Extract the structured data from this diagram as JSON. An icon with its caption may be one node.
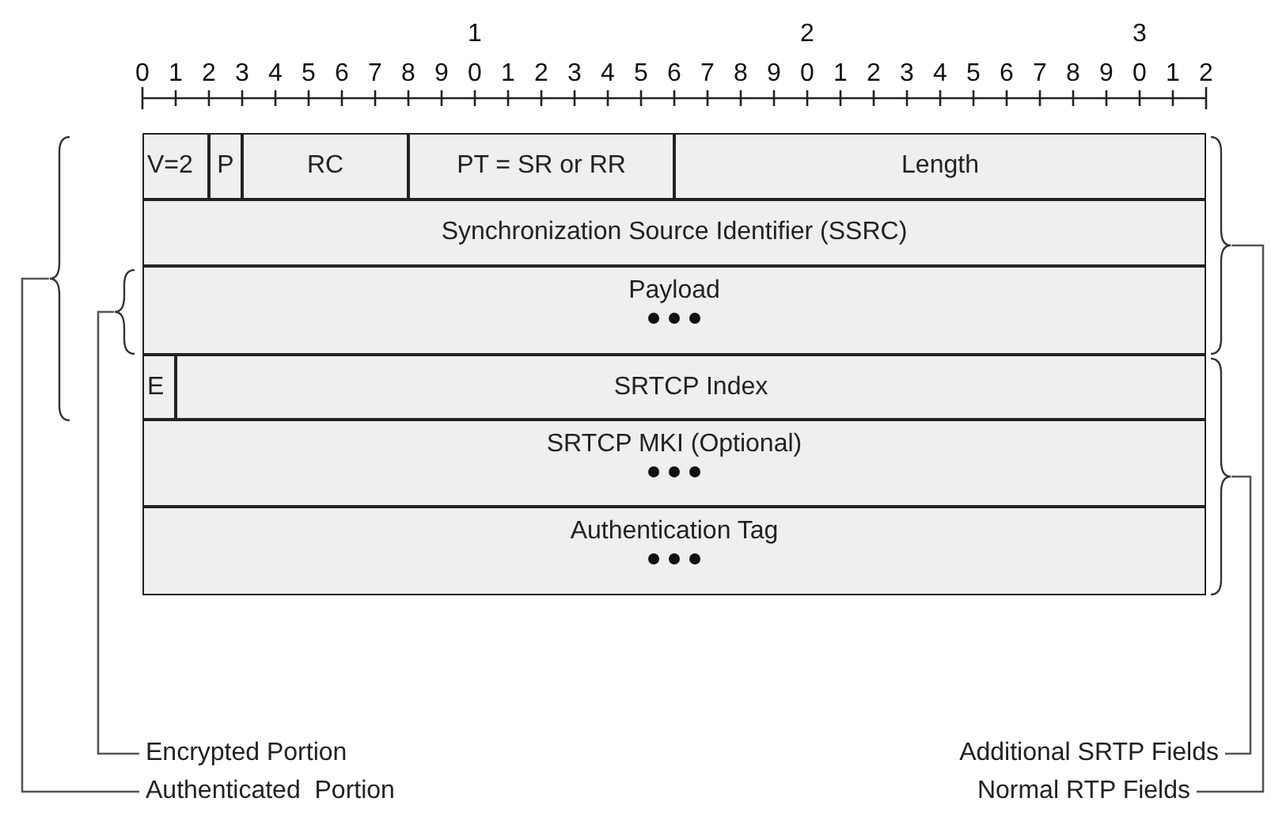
{
  "diagram": {
    "nodes": [
      {
        "text": [
          "V=2"
        ]
      },
      {
        "text": [
          "P"
        ]
      },
      {
        "text": [
          "RC"
        ]
      },
      {
        "text": [
          "PT = SR or RR"
        ]
      },
      {
        "text": [
          "Length"
        ]
      },
      {
        "text": [
          "Synchronization Source Identifier (SSRC)"
        ]
      },
      {
        "text": [
          "Payload"
        ]
      },
      {
        "text": [
          "E"
        ]
      },
      {
        "text": [
          "SRTCP Index"
        ]
      },
      {
        "text": [
          "SRTCP MKI (Optional)"
        ]
      },
      {
        "text": [
          "Authentication Tag"
        ]
      },
      {
        "text": [],
        "shape": "bracket"
      },
      {
        "text": [],
        "shape": "bracket"
      },
      {
        "text": [],
        "shape": "bracket"
      },
      {
        "text": [],
        "shape": "bracket"
      },
      {
        "text": [
          "Encrypted Portion"
        ]
      },
      {
        "text": [
          "Authenticated  Portion"
        ]
      },
      {
        "text": [
          "Additional SRTP Fields"
        ]
      },
      {
        "text": [
          "Normal RTP Fields"
        ]
      }
    ],
    "edges": [
      {
        "from": 15,
        "to": 12,
        "arrow": "none"
      },
      {
        "from": 16,
        "to": 11,
        "arrow": "none"
      },
      {
        "from": 17,
        "to": 14,
        "arrow": "none"
      },
      {
        "from": 18,
        "to": 13,
        "arrow": "none"
      }
    ],
    "labels": [
      "1",
      "2",
      "3",
      "0",
      "1",
      "2",
      "3",
      "4",
      "5",
      "6",
      "7",
      "8",
      "9",
      "0",
      "1",
      "2",
      "3",
      "4",
      "5",
      "6",
      "7",
      "8",
      "9",
      "0",
      "1",
      "2",
      "3",
      "4",
      "5",
      "6",
      "7",
      "8",
      "9",
      "0",
      "1",
      "2"
    ]
  }
}
